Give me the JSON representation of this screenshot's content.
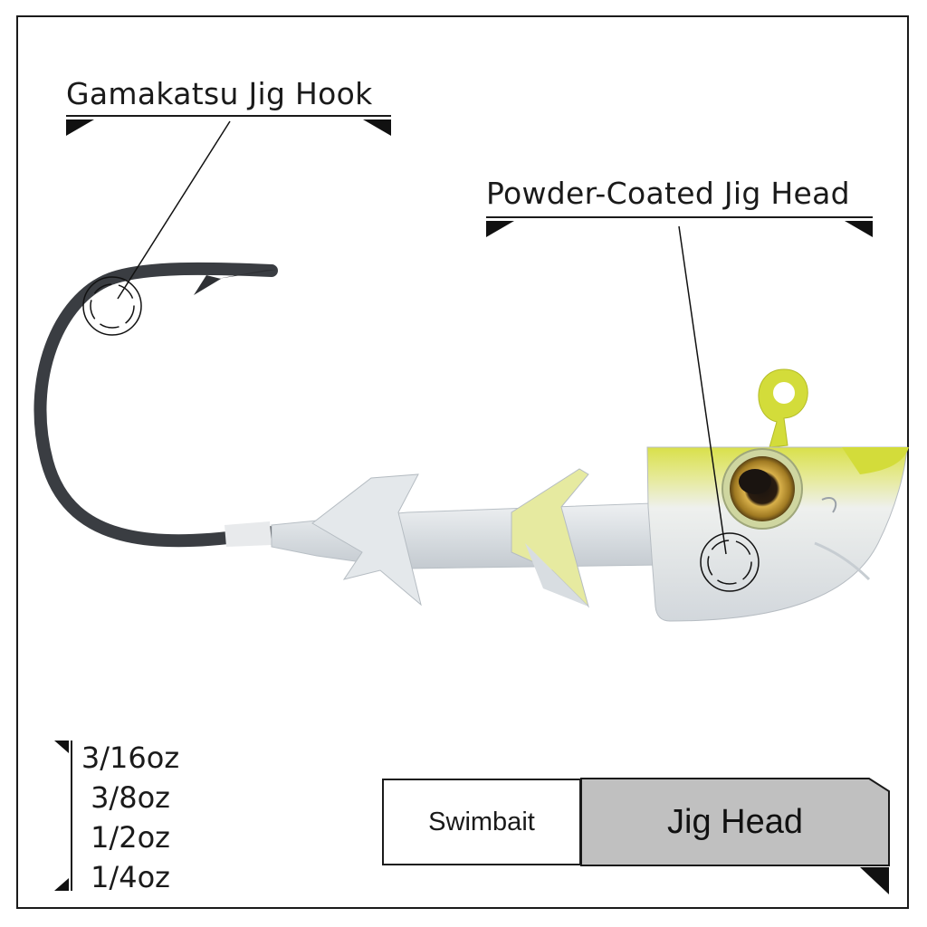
{
  "callouts": {
    "hook": {
      "label": "Gamakatsu Jig Hook"
    },
    "head": {
      "label": "Powder-Coated Jig Head"
    }
  },
  "weights": [
    "3/16oz",
    "3/8oz",
    "1/2oz",
    "1/4oz"
  ],
  "tabs": [
    {
      "label": "Swimbait",
      "selected": false
    },
    {
      "label": "Jig Head",
      "selected": true
    }
  ],
  "colors": {
    "frame": "#1a1a1a",
    "selected_tab": "#c0c0c0",
    "jig_head_body": "#dfe3e6",
    "chartreuse": "#d3dc3a",
    "hook": "#3a3d42",
    "eye": "#c49a2a"
  }
}
